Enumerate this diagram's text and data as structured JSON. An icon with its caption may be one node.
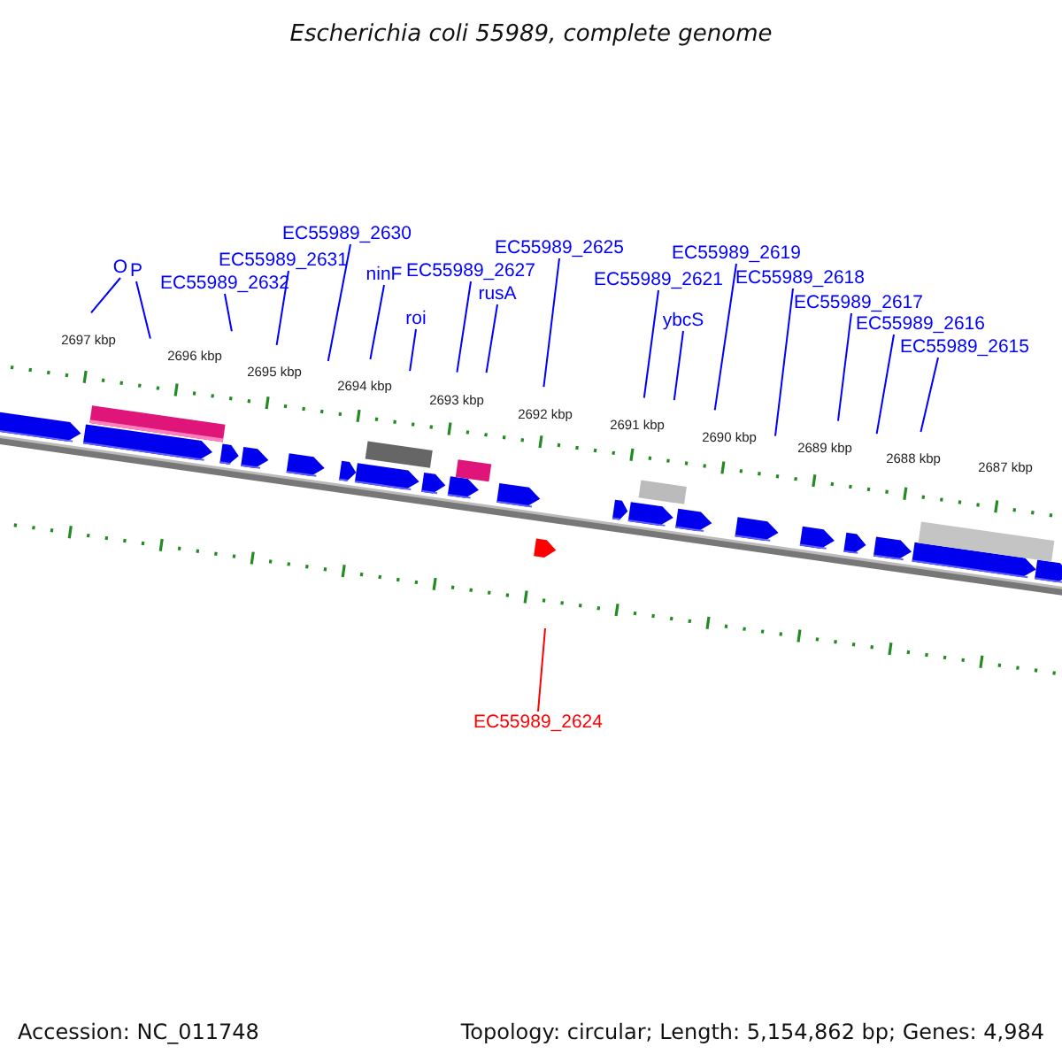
{
  "diagram": {
    "title": "Escherichia coli 55989, complete genome",
    "nodes": [
      {
        "text": [
          "O"
        ]
      },
      {
        "text": [
          "P"
        ]
      },
      {
        "text": [
          "EC55989_2632"
        ]
      },
      {
        "text": [
          "EC55989_2631"
        ]
      },
      {
        "text": [
          "EC55989_2630"
        ]
      },
      {
        "text": [
          "ninF"
        ]
      },
      {
        "text": [
          "roi"
        ]
      },
      {
        "text": [
          "EC55989_2627"
        ]
      },
      {
        "text": [
          "rusA"
        ]
      },
      {
        "text": [
          "EC55989_2625"
        ]
      },
      {
        "text": [
          "EC55989_2621"
        ]
      },
      {
        "text": [
          "ybcS"
        ]
      },
      {
        "text": [
          "EC55989_2619"
        ]
      },
      {
        "text": [
          "EC55989_2618"
        ]
      },
      {
        "text": [
          "EC55989_2617"
        ]
      },
      {
        "text": [
          "EC55989_2616"
        ]
      },
      {
        "text": [
          "EC55989_2615"
        ]
      },
      {
        "text": [
          "EC55989_2624"
        ]
      }
    ],
    "edges": [
      {
        "from": 0,
        "to": null,
        "arrow": "none"
      },
      {
        "from": 1,
        "to": null,
        "arrow": "none"
      },
      {
        "from": 2,
        "to": null,
        "arrow": "none"
      },
      {
        "from": 3,
        "to": null,
        "arrow": "none"
      },
      {
        "from": 4,
        "to": null,
        "arrow": "none"
      },
      {
        "from": 5,
        "to": null,
        "arrow": "none"
      },
      {
        "from": 6,
        "to": null,
        "arrow": "none"
      },
      {
        "from": 7,
        "to": null,
        "arrow": "none"
      },
      {
        "from": 8,
        "to": null,
        "arrow": "none"
      },
      {
        "from": 9,
        "to": null,
        "arrow": "none"
      },
      {
        "from": 10,
        "to": null,
        "arrow": "none"
      },
      {
        "from": 11,
        "to": null,
        "arrow": "none"
      },
      {
        "from": 12,
        "to": null,
        "arrow": "none"
      },
      {
        "from": 13,
        "to": null,
        "arrow": "none"
      },
      {
        "from": 14,
        "to": null,
        "arrow": "none"
      },
      {
        "from": 15,
        "to": null,
        "arrow": "none"
      },
      {
        "from": 16,
        "to": null,
        "arrow": "none"
      },
      {
        "from": 17,
        "to": null,
        "arrow": "none",
        "color": "#ff0000"
      }
    ],
    "labels": [
      "2697 kbp",
      "2696 kbp",
      "2695 kbp",
      "2694 kbp",
      "2693 kbp",
      "2692 kbp",
      "2691 kbp",
      "2690 kbp",
      "2689 kbp",
      "2688 kbp",
      "2687 kbp",
      "Accession: NC_011748",
      "Topology: circular; Length: 5,154,862 bp; Genes: 4,984"
    ]
  }
}
